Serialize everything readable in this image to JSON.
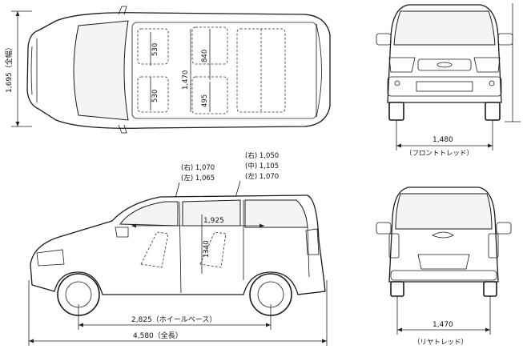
{
  "top_view": {
    "overall_width": "1,695（全幅）",
    "seat_width_upper": "530",
    "seat_width_lower": "530",
    "room_width": "1,470",
    "room_height": "840",
    "aisle": "495"
  },
  "front_view": {
    "tread_value": "1,480",
    "tread_label": "（フロントトレッド）"
  },
  "side_view": {
    "headroom_right_1": "(右) 1,070",
    "headroom_left_1": "(左) 1,065",
    "headroom_right_2": "(右) 1,050",
    "headroom_middle_2": "(中) 1,105",
    "headroom_left_2": "(左) 1,070",
    "room_length": "1,925",
    "room_height": "1340",
    "wheelbase": "2,825（ホイールベース）",
    "overall_length": "4,580（全長）"
  },
  "rear_view": {
    "tread_value": "1,470",
    "tread_label": "（リヤトレッド）"
  }
}
